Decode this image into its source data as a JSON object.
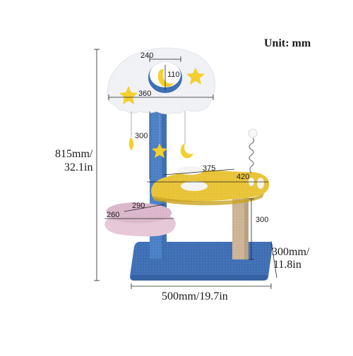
{
  "unit_label": "Unit: mm",
  "dimensions": {
    "total_height_mm": "815mm/",
    "total_height_in": "32.1in",
    "base_width": "500mm/19.7in",
    "base_depth_mm": "300mm/",
    "base_depth_in": "11.8in",
    "cloud_hole": "240",
    "moon_hole": "110",
    "cloud_width": "360",
    "pole_height": "300",
    "platform_depth": "375",
    "platform_width": "420",
    "small_platform_depth": "290",
    "small_platform_width": "260",
    "sisal_post_height": "300"
  },
  "colors": {
    "base_blue": "#3f6fb5",
    "pole_blue": "#4b80c6",
    "platform_yellow": "#e9c437",
    "cloud_white": "#f1f2f5",
    "pad_pink": "#e7c8d8",
    "sisal": "#cdb495",
    "star_yellow": "#f4cf2e",
    "dimension_line": "#222222"
  },
  "icons": [
    "star-icon",
    "moon-icon",
    "pom-pom-toy"
  ]
}
